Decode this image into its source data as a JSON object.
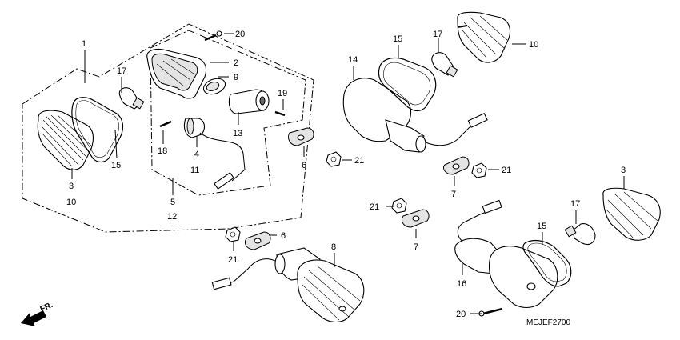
{
  "labels": {
    "p1": "1",
    "p2": "2",
    "p3a": "3",
    "p3b": "3",
    "p4": "4",
    "p5": "5",
    "p6a": "6",
    "p6b": "6",
    "p7a": "7",
    "p7b": "7",
    "p8": "8",
    "p9": "9",
    "p10a": "10",
    "p10b": "10",
    "p11": "11",
    "p12": "12",
    "p13": "13",
    "p14": "14",
    "p15a": "15",
    "p15b": "15",
    "p15c": "15",
    "p16": "16",
    "p17a": "17",
    "p17b": "17",
    "p17c": "17",
    "p18": "18",
    "p19": "19",
    "p20a": "20",
    "p20b": "20",
    "p21a": "21",
    "p21b": "21",
    "p21c": "21",
    "p21d": "21"
  },
  "direction_label": "FR.",
  "diagram_code": "MEJEF2700"
}
